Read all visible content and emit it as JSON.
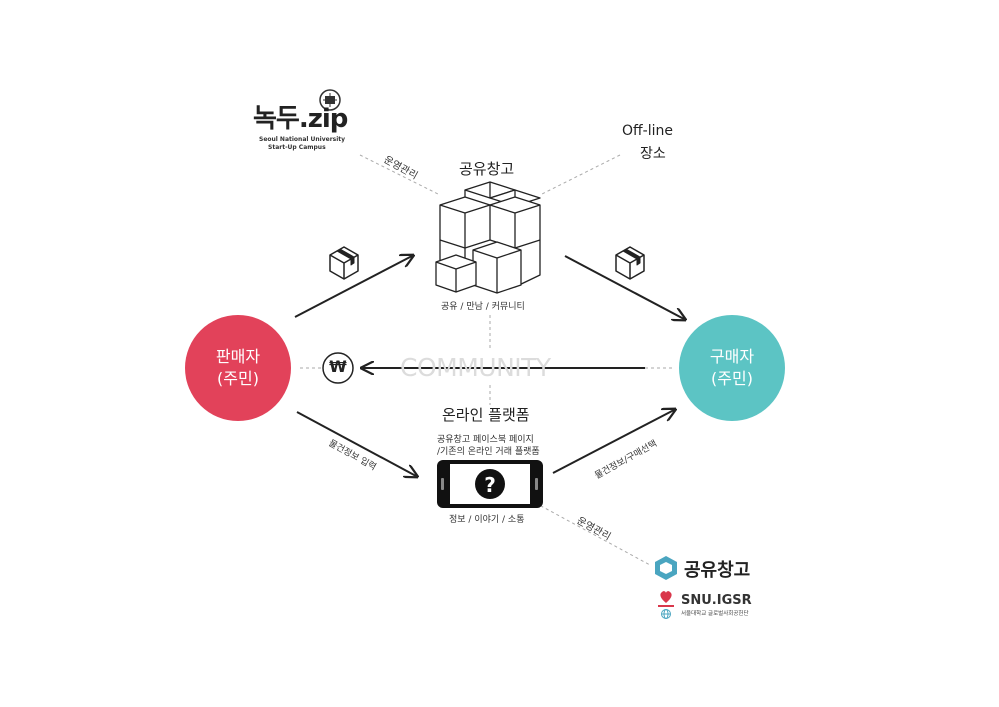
{
  "logos": {
    "top_left": {
      "name": "녹두.zip",
      "line1": "Seoul National University",
      "line2": "Start-Up Campus"
    },
    "bottom_right": {
      "brand": "공유창고",
      "sub_brand": "SNU.IGSR",
      "sub_caption": "서울대학교 글로벌사회공헌단"
    }
  },
  "nodes": {
    "warehouse": {
      "title": "공유창고",
      "caption": "공유 / 만남 / 커뮤니티"
    },
    "offline": {
      "line1": "Off-line",
      "line2": "장소"
    },
    "seller": {
      "line1": "판매자",
      "line2": "(주민)",
      "color": "#e2425a"
    },
    "buyer": {
      "line1": "구매자",
      "line2": "(주민)",
      "color": "#5cc4c4"
    },
    "platform": {
      "title": "온라인 플랫폼",
      "sub1": "공유창고 페이스북 페이지",
      "sub2": "/기존의 온라인 거래 플랫폼",
      "caption": "정보 / 이야기 / 소통"
    },
    "community": "COMMUNITY"
  },
  "edges": {
    "mgmt_top": "운영관리",
    "mgmt_bottom": "운영관리",
    "seller_to_platform": "물건정보 입력",
    "platform_to_buyer": "물건정보/구매선택"
  },
  "icons": {
    "won": "₩",
    "question": "?",
    "box": "box-icon",
    "cube_stack": "cube-stack-icon",
    "phone": "phone-icon"
  },
  "colors": {
    "seller": "#e2425a",
    "buyer": "#5cc4c4",
    "logo_cube": "#4aa5c0",
    "heart": "#d9374b"
  }
}
